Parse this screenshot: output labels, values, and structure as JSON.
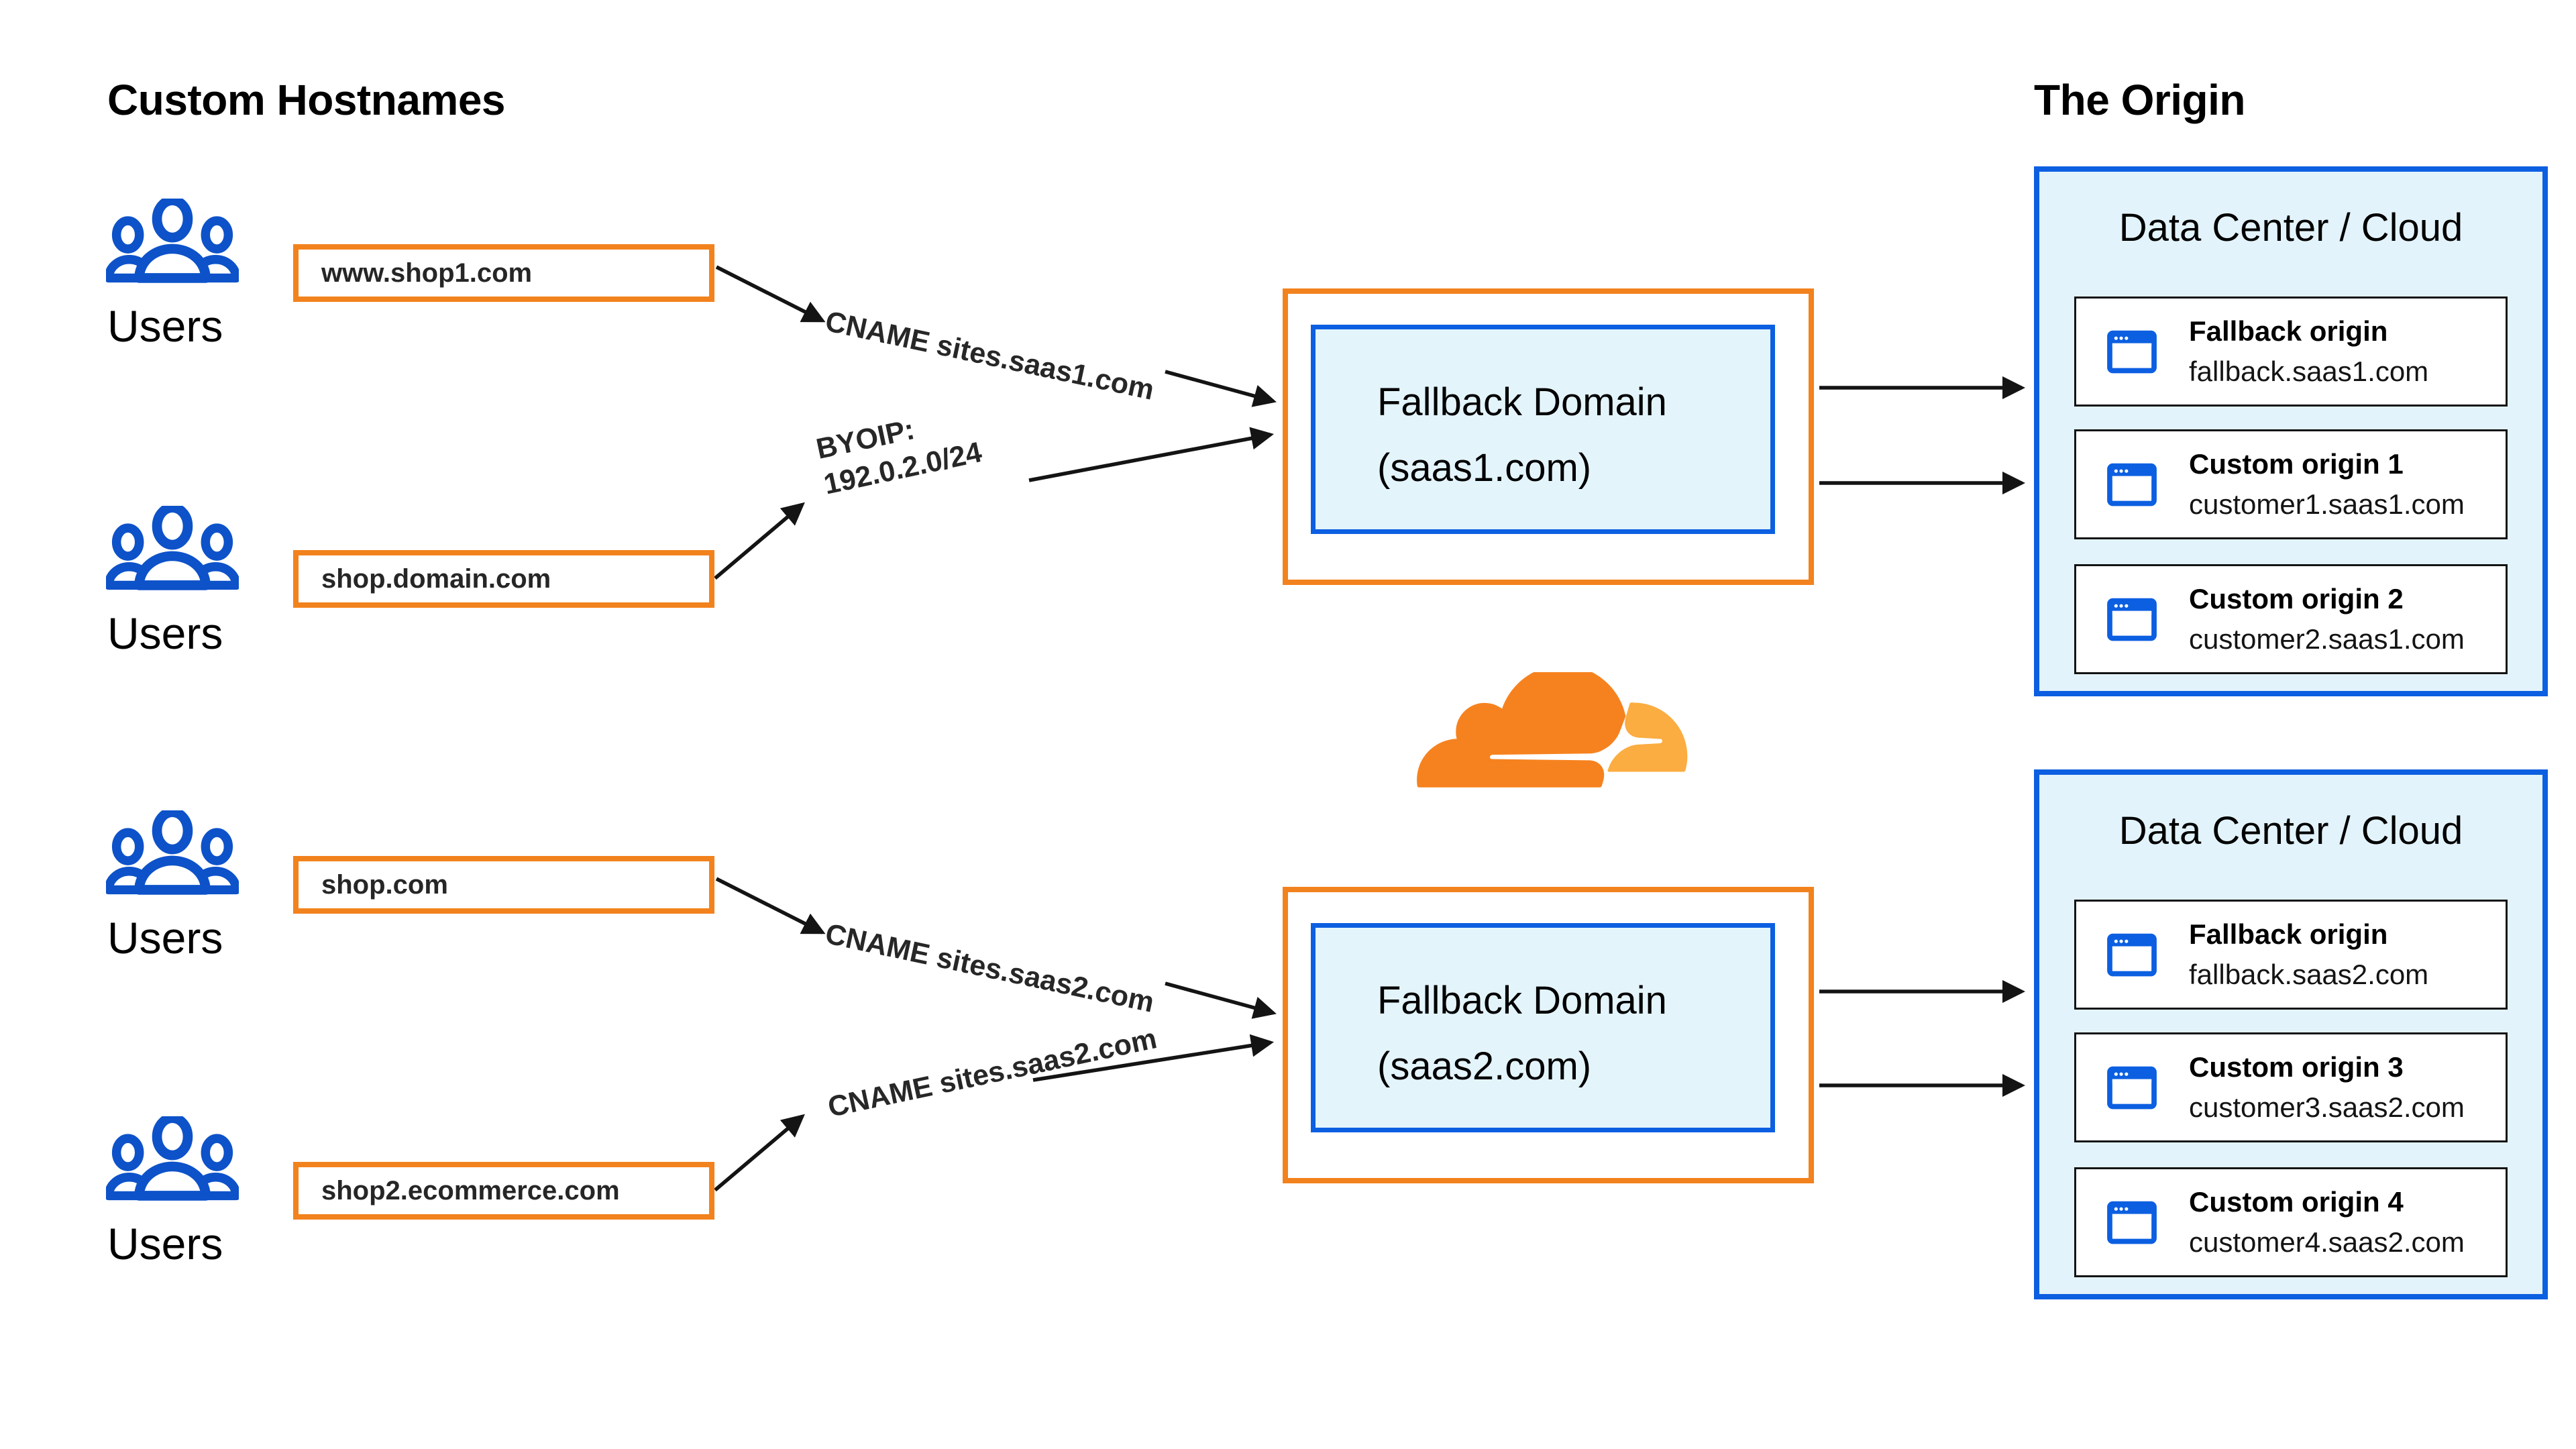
{
  "headings": {
    "left": "Custom Hostnames",
    "right": "The Origin"
  },
  "users_label": "Users",
  "hostnames": [
    {
      "label": "www.shop1.com"
    },
    {
      "label": "shop.domain.com"
    },
    {
      "label": "shop.com"
    },
    {
      "label": "shop2.ecommerce.com"
    }
  ],
  "route_labels": {
    "cname_saas1": "CNAME sites.saas1.com",
    "byoip_line1": "BYOIP:",
    "byoip_line2": "192.0.2.0/24",
    "cname_saas2_a": "CNAME sites.saas2.com",
    "cname_saas2_b": "CNAME sites.saas2.com"
  },
  "fallback_domains": [
    {
      "line1": "Fallback Domain",
      "line2": "(saas1.com)"
    },
    {
      "line1": "Fallback Domain",
      "line2": "(saas2.com)"
    }
  ],
  "data_centers": [
    {
      "title": "Data Center / Cloud",
      "origins": [
        {
          "name": "Fallback origin",
          "host": "fallback.saas1.com"
        },
        {
          "name": "Custom origin 1",
          "host": "customer1.saas1.com"
        },
        {
          "name": "Custom origin 2",
          "host": "customer2.saas1.com"
        }
      ]
    },
    {
      "title": "Data Center / Cloud",
      "origins": [
        {
          "name": "Fallback origin",
          "host": "fallback.saas2.com"
        },
        {
          "name": "Custom origin 3",
          "host": "customer3.saas2.com"
        },
        {
          "name": "Custom origin 4",
          "host": "customer4.saas2.com"
        }
      ]
    }
  ],
  "icons": {
    "users": "users-icon",
    "origin": "browser-window-icon",
    "cloudflare": "cloudflare-logo"
  },
  "colors": {
    "orange_border": "#F2821D",
    "blue_border": "#0C5FE1",
    "light_blue_bg": "#E3F3FB",
    "users_icon_blue": "#0D52C9",
    "cloud_orange": "#F6821F",
    "cloud_light_orange": "#FBAD41",
    "arrow": "#141414"
  }
}
